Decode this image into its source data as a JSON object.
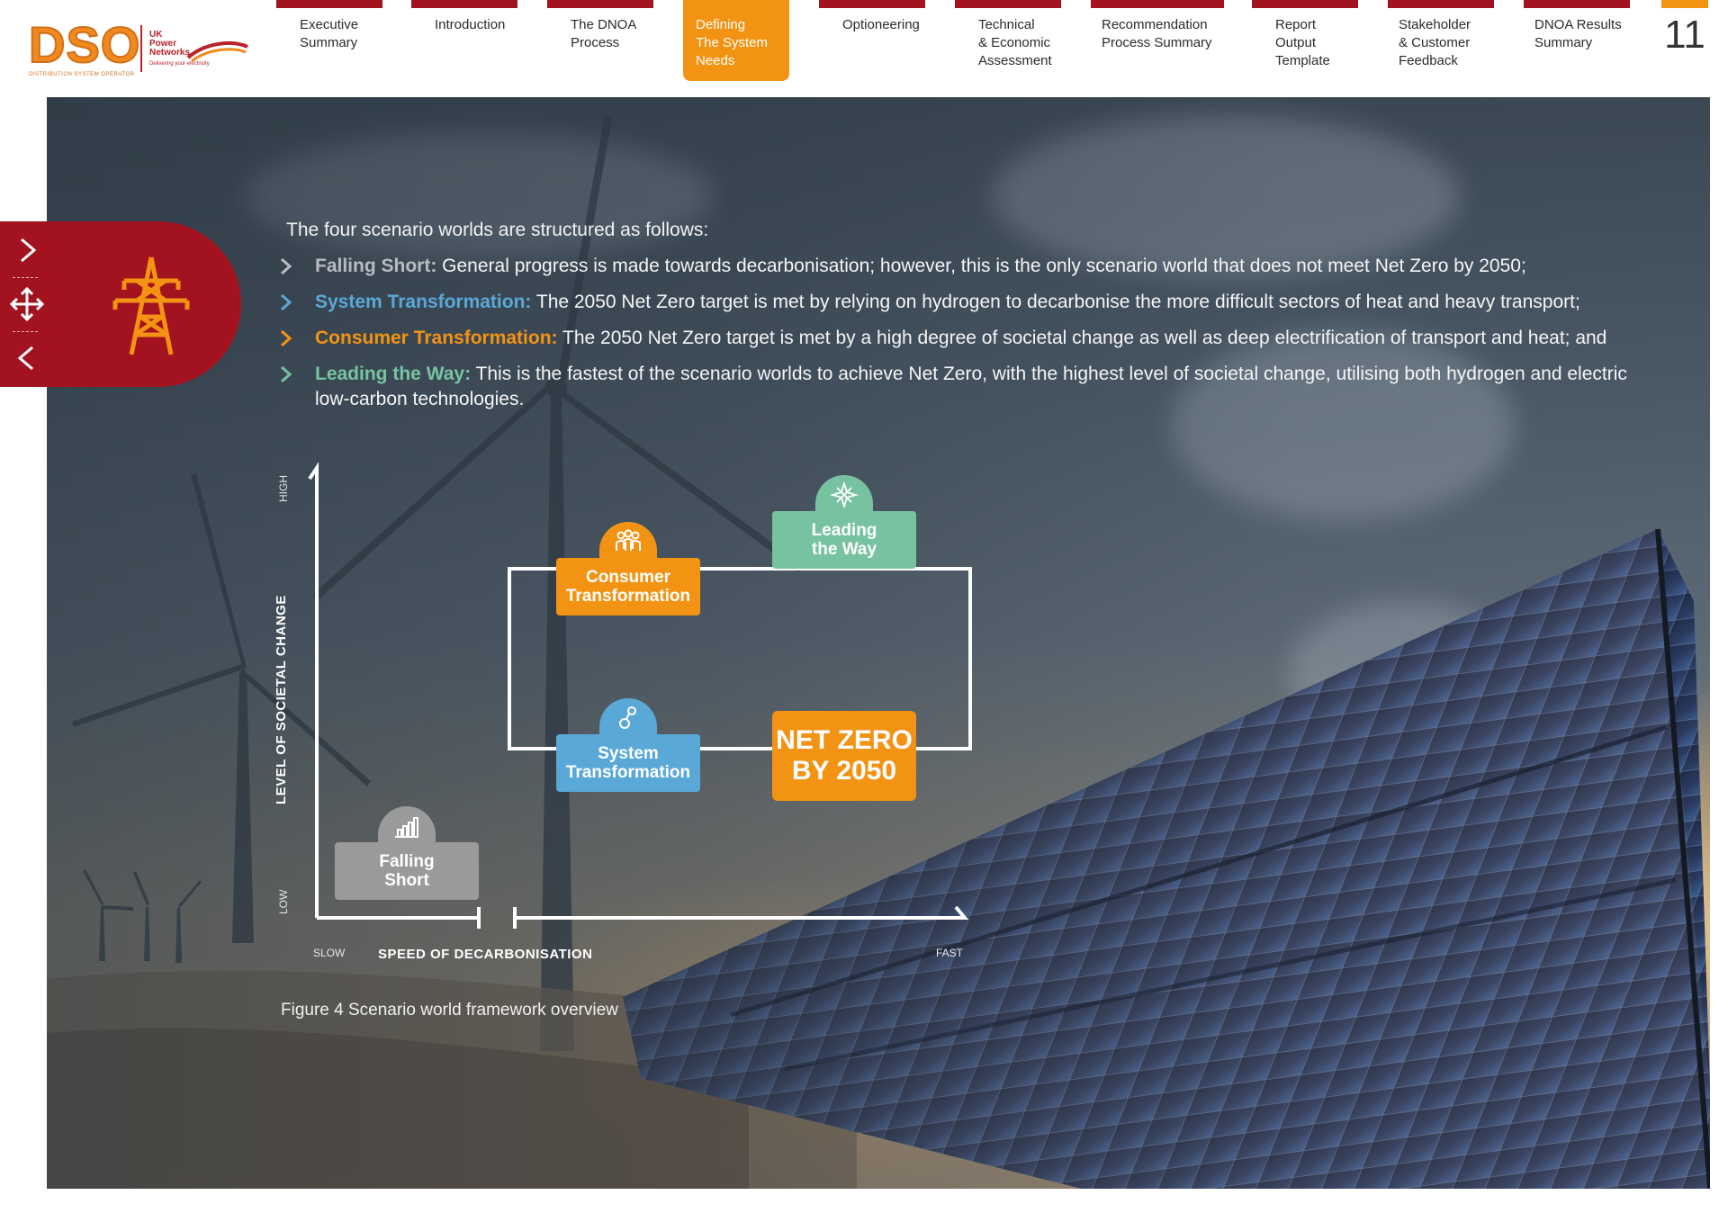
{
  "header": {
    "logo": {
      "brand": "DSO",
      "brand_sub": "DISTRIBUTION SYSTEM OPERATOR",
      "company": "UK\nPower\nNetworks",
      "tagline": "Delivering your electricity"
    },
    "tabs": [
      {
        "label": "Executive\nSummary",
        "active": false
      },
      {
        "label": "Introduction",
        "active": false
      },
      {
        "label": "The DNOA\nProcess",
        "active": false
      },
      {
        "label": "Defining\nThe System\nNeeds",
        "active": true
      },
      {
        "label": "Optioneering",
        "active": false
      },
      {
        "label": "Technical\n& Economic\nAssessment",
        "active": false
      },
      {
        "label": "Recommendation\nProcess Summary",
        "active": false
      },
      {
        "label": "Report\nOutput\nTemplate",
        "active": false
      },
      {
        "label": "Stakeholder\n& Customer\nFeedback",
        "active": false
      },
      {
        "label": "DNOA Results\nSummary",
        "active": false
      }
    ],
    "page_number": "11"
  },
  "side_nav": {
    "next_icon": "chevron-right-icon",
    "move_icon": "move-arrows-icon",
    "prev_icon": "chevron-left-icon",
    "section_icon": "pylon-icon"
  },
  "content": {
    "intro": "The four scenario worlds are structured as follows:",
    "bullets": [
      {
        "title": "Falling Short:",
        "text": " General progress is made towards decarbonisation; however, this is the only scenario world that does not meet Net Zero by 2050;",
        "color": "#b8bcc0"
      },
      {
        "title": "System Transformation:",
        "text": " The 2050 Net Zero target is met by relying on hydrogen to decarbonise the more difficult sectors of heat and heavy transport;",
        "color": "#5aa8d8"
      },
      {
        "title": "Consumer Transformation:",
        "text": " The 2050 Net Zero target is met by a high degree of societal change as well as deep electrification of transport and heat; and",
        "color": "#f39313"
      },
      {
        "title": "Leading the Way:",
        "text": " This is the fastest of the scenario worlds to achieve Net Zero, with the highest level of societal change, utilising both hydrogen and electric low-carbon technologies.",
        "color": "#77c3a0"
      }
    ]
  },
  "diagram": {
    "y_axis_label": "LEVEL OF SOCIETAL CHANGE",
    "y_high": "HIGH",
    "y_low": "LOW",
    "x_axis_label": "SPEED OF DECARBONISATION",
    "x_slow": "SLOW",
    "x_fast": "FAST",
    "cards": {
      "consumer": {
        "line1": "Consumer",
        "line2": "Transformation",
        "color": "#f39313",
        "icon": "people-icon"
      },
      "leading": {
        "line1": "Leading",
        "line2": "the Way",
        "color": "#77c3a0",
        "icon": "compass-star-icon"
      },
      "system": {
        "line1": "System",
        "line2": "Transformation",
        "color": "#5aa8d8",
        "icon": "hydrogen-molecule-icon"
      },
      "netzero": {
        "line1": "NET ZERO",
        "line2": "BY 2050",
        "color": "#f39313"
      },
      "falling": {
        "line1": "Falling",
        "line2": "Short",
        "color": "#9a9a9a",
        "icon": "bar-chart-icon"
      }
    },
    "caption": "Figure 4 Scenario world framework overview"
  },
  "colors": {
    "brand_red": "#a3121f",
    "brand_orange": "#f39313"
  }
}
